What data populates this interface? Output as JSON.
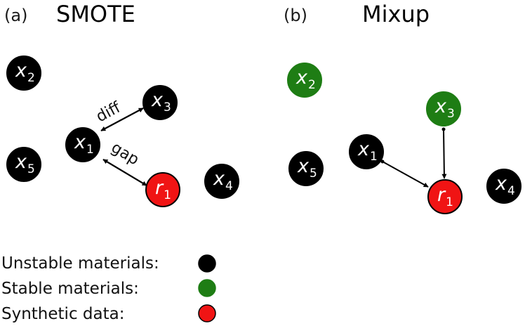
{
  "colors": {
    "unstable": "#000000",
    "stable": "#1e7d14",
    "synthetic": "#f01414",
    "edge": "#000000"
  },
  "panels": [
    {
      "label": "(a)",
      "title": "SMOTE",
      "nodes": [
        {
          "id": "x2",
          "main": "x",
          "sub": "2",
          "kind": "unstable"
        },
        {
          "id": "x3",
          "main": "x",
          "sub": "3",
          "kind": "unstable"
        },
        {
          "id": "x1",
          "main": "x",
          "sub": "1",
          "kind": "unstable"
        },
        {
          "id": "x5",
          "main": "x",
          "sub": "5",
          "kind": "unstable"
        },
        {
          "id": "r1",
          "main": "r",
          "sub": "1",
          "kind": "synthetic"
        },
        {
          "id": "x4",
          "main": "x",
          "sub": "4",
          "kind": "unstable"
        }
      ],
      "edges": [
        {
          "from": "x1",
          "to": "x3",
          "style": "double",
          "label": "diff"
        },
        {
          "from": "x1",
          "to": "r1",
          "style": "double",
          "label": "gap"
        }
      ]
    },
    {
      "label": "(b)",
      "title": "Mixup",
      "nodes": [
        {
          "id": "x2",
          "main": "x",
          "sub": "2",
          "kind": "stable"
        },
        {
          "id": "x3",
          "main": "x",
          "sub": "3",
          "kind": "stable"
        },
        {
          "id": "x1",
          "main": "x",
          "sub": "1",
          "kind": "unstable"
        },
        {
          "id": "x5",
          "main": "x",
          "sub": "5",
          "kind": "unstable"
        },
        {
          "id": "r1",
          "main": "r",
          "sub": "1",
          "kind": "synthetic"
        },
        {
          "id": "x4",
          "main": "x",
          "sub": "4",
          "kind": "unstable"
        }
      ],
      "edges": [
        {
          "from": "x1",
          "to": "r1",
          "style": "tail-to-head",
          "label": ""
        },
        {
          "from": "x3",
          "to": "r1",
          "style": "tail-to-head",
          "label": ""
        }
      ]
    }
  ],
  "legend": [
    {
      "label": "Unstable materials:",
      "kind": "unstable"
    },
    {
      "label": "Stable materials:",
      "kind": "stable"
    },
    {
      "label": "Synthetic data:",
      "kind": "synthetic"
    }
  ]
}
